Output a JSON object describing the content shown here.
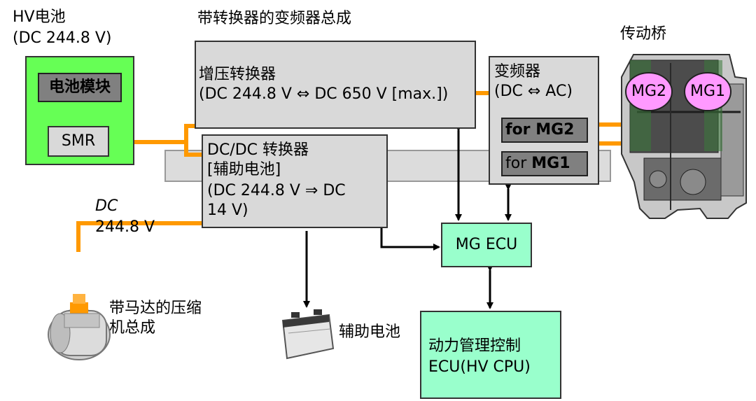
{
  "hv_battery": {
    "title": "HV电池",
    "spec": "(DC 244.8 V)",
    "module_label": "电池模块",
    "smr_label": "SMR"
  },
  "inverter_assembly_title": "带转换器的变频器总成",
  "boost_converter": {
    "line1": "增压转换器",
    "line2": "(DC 244.8 V ⇔ DC 650 V [max.])"
  },
  "dcdc_converter": {
    "line1": "DC/DC 转换器",
    "line2": "[辅助电池]",
    "line3": "(DC 244.8 V ⇒ DC",
    "line4": "14 V)"
  },
  "inverter": {
    "line1": "变频器",
    "line2": "(DC ⇔ AC)",
    "mg2_for": "for ",
    "mg2_name": "MG2",
    "mg1_for": "for ",
    "mg1_name": "MG1"
  },
  "transaxle": {
    "title": "传动桥",
    "mg2": "MG2",
    "mg1": "MG1"
  },
  "dc_line": {
    "line1": "DC",
    "line2": "244.8 V"
  },
  "mg_ecu": "MG ECU",
  "compressor": {
    "line1": "带马达的压缩",
    "line2": "机总成"
  },
  "aux_battery": "辅助电池",
  "power_ecu": {
    "line1": "动力管理控制",
    "line2": "ECU(HV CPU)"
  },
  "colors": {
    "wire": "#ff9900",
    "battery_bg": "#66ff55",
    "ecu_bg": "#99ffcc",
    "converter_bg": "#d9d9d9",
    "motor": "#ff99ff"
  }
}
